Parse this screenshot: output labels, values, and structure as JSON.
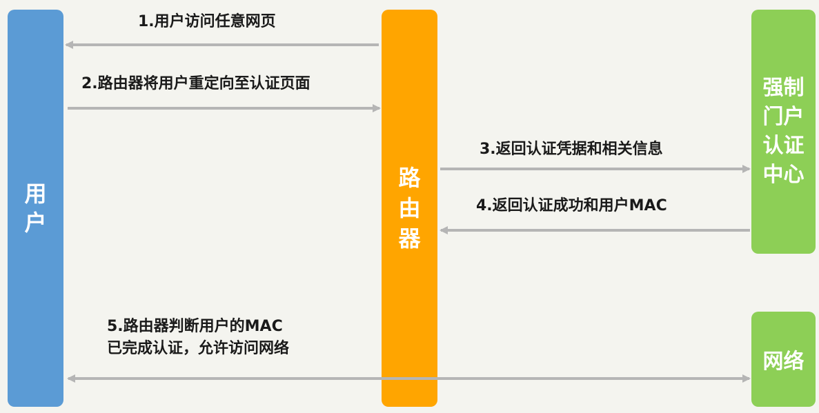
{
  "colors": {
    "background": "#f4f4ef",
    "user": "#5b9bd5",
    "router": "#ffa500",
    "portal": "#8dcf56",
    "network": "#8dcf56",
    "arrow": "#b5b5b5"
  },
  "nodes": {
    "user": "用户",
    "router": "路由器",
    "portal": "强制门户认证中心",
    "network": "网络"
  },
  "steps": {
    "s1": "1.用户访问任意网页",
    "s2": "2.路由器将用户重定向至认证页面",
    "s3": "3.返回认证凭据和相关信息",
    "s4": "4.返回认证成功和用户MAC",
    "s5_line1": "5.路由器判断用户的MAC",
    "s5_line2": "已完成认证，允许访问网络"
  }
}
